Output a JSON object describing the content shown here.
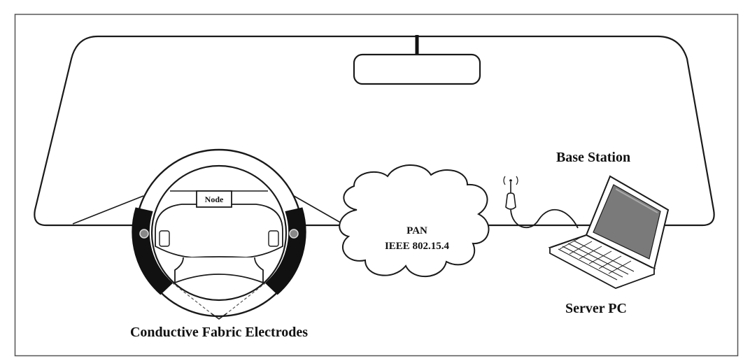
{
  "diagram": {
    "labels": {
      "base_station": "Base Station",
      "node": "Node",
      "pan_line1": "PAN",
      "pan_line2": "IEEE 802.15.4",
      "server_pc": "Server PC",
      "electrodes": "Conductive Fabric Electrodes"
    },
    "colors": {
      "stroke": "#1a1a1a",
      "fill_white": "#ffffff",
      "electrode": "#111111",
      "screen_gray": "#7a7a7a",
      "border": "#555555"
    }
  }
}
